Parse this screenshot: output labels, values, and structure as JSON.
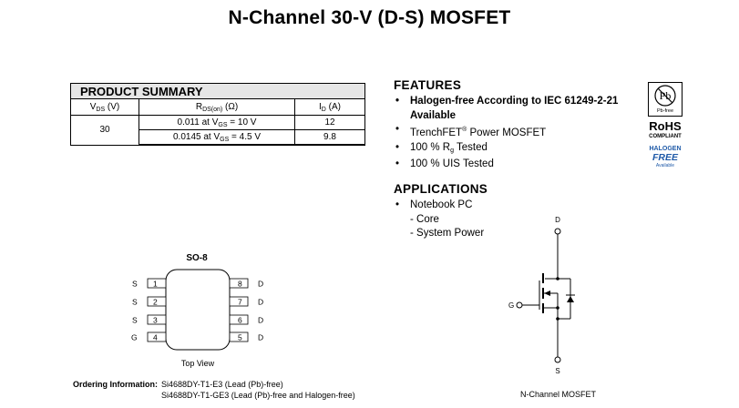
{
  "title": "N-Channel 30-V (D-S) MOSFET",
  "product_summary": {
    "heading": "PRODUCT SUMMARY",
    "col_vds": "V",
    "col_vds_sub": "DS",
    "col_vds_unit": " (V)",
    "col_rds": "R",
    "col_rds_sub": "DS(on)",
    "col_rds_unit": " (Ω)",
    "col_id": "I",
    "col_id_sub": "D",
    "col_id_unit": " (A)",
    "vds": "30",
    "row1_rds_pre": "0.011 at V",
    "row1_rds_sub": "GS",
    "row1_rds_post": " = 10 V",
    "row1_id": "12",
    "row2_rds_pre": "0.0145 at V",
    "row2_rds_sub": "GS",
    "row2_rds_post": " = 4.5 V",
    "row2_id": "9.8"
  },
  "features": {
    "heading": "FEATURES",
    "item1_line1": "Halogen-free According to IEC 61249-2-21",
    "item1_line2": "Available",
    "item2_pre": "TrenchFET",
    "item2_sup": "®",
    "item2_post": " Power MOSFET",
    "item3_pre": "100 % R",
    "item3_sub": "g",
    "item3_post": " Tested",
    "item4": "100 % UIS Tested"
  },
  "applications": {
    "heading": "APPLICATIONS",
    "item1": "Notebook PC",
    "sub1": "- Core",
    "sub2": "- System Power"
  },
  "badge": {
    "pb": "Pb",
    "pb_free": "Pb-free",
    "rohs": "RoHS",
    "compliant": "COMPLIANT",
    "halogen": "HALOGEN",
    "free": "FREE",
    "available": "Available",
    "color": "#1f5aa8"
  },
  "package": {
    "name": "SO-8",
    "view": "Top View",
    "left_pins": [
      {
        "label": "S",
        "num": "1"
      },
      {
        "label": "S",
        "num": "2"
      },
      {
        "label": "S",
        "num": "3"
      },
      {
        "label": "G",
        "num": "4"
      }
    ],
    "right_pins": [
      {
        "label": "D",
        "num": "8"
      },
      {
        "label": "D",
        "num": "7"
      },
      {
        "label": "D",
        "num": "6"
      },
      {
        "label": "D",
        "num": "5"
      }
    ]
  },
  "ordering": {
    "label": "Ordering Information:",
    "line1": "Si4688DY-T1-E3 (Lead (Pb)-free)",
    "line2": "Si4688DY-T1-GE3 (Lead (Pb)-free and Halogen-free)"
  },
  "schematic": {
    "d_label": "D",
    "g_label": "G",
    "s_label": "S",
    "caption": "N-Channel MOSFET"
  }
}
